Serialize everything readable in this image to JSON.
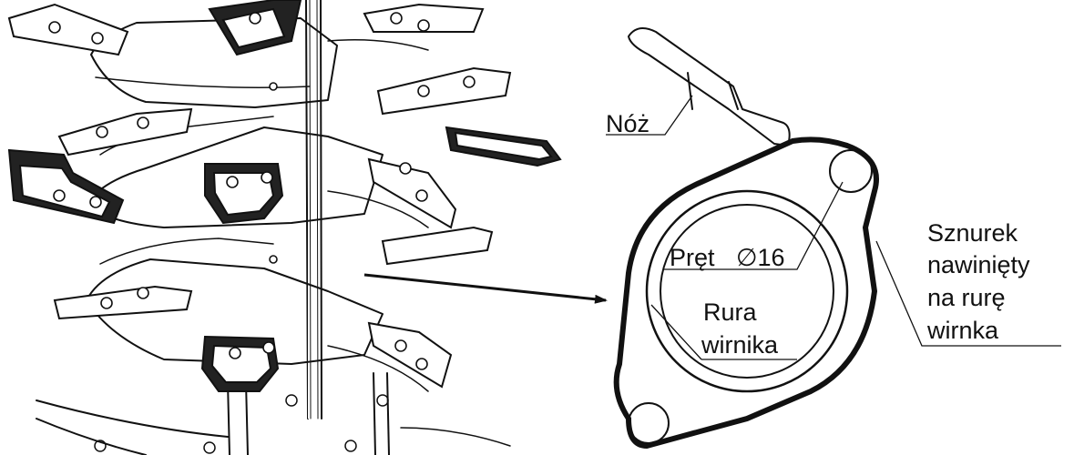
{
  "labels": {
    "knife": "Nóż",
    "rod": "Pręt",
    "rod_diameter": "∅16",
    "pipe_line1": "Rura",
    "pipe_line2": "wirnika",
    "string_line1": "Sznurek",
    "string_line2": "nawinięty",
    "string_line3": "na rurę",
    "string_line4": "wirnka"
  }
}
